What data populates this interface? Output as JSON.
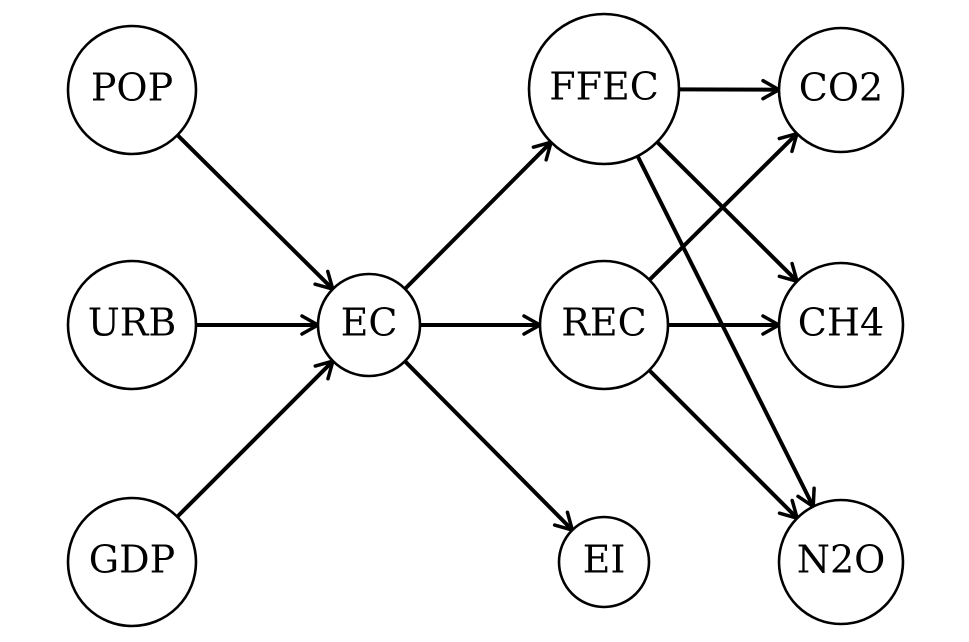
{
  "diagram": {
    "nodes": [
      {
        "id": "POP",
        "label": "POP"
      },
      {
        "id": "URB",
        "label": "URB"
      },
      {
        "id": "GDP",
        "label": "GDP"
      },
      {
        "id": "EC",
        "label": "EC"
      },
      {
        "id": "FFEC",
        "label": "FFEC"
      },
      {
        "id": "REC",
        "label": "REC"
      },
      {
        "id": "EI",
        "label": "EI"
      },
      {
        "id": "CO2",
        "label": "CO2"
      },
      {
        "id": "CH4",
        "label": "CH4"
      },
      {
        "id": "N2O",
        "label": "N2O"
      }
    ],
    "edges": [
      {
        "from": "POP",
        "to": "EC"
      },
      {
        "from": "URB",
        "to": "EC"
      },
      {
        "from": "GDP",
        "to": "EC"
      },
      {
        "from": "EC",
        "to": "FFEC"
      },
      {
        "from": "EC",
        "to": "REC"
      },
      {
        "from": "EC",
        "to": "EI"
      },
      {
        "from": "FFEC",
        "to": "CO2"
      },
      {
        "from": "FFEC",
        "to": "CH4"
      },
      {
        "from": "FFEC",
        "to": "N2O"
      },
      {
        "from": "REC",
        "to": "CO2"
      },
      {
        "from": "REC",
        "to": "CH4"
      },
      {
        "from": "REC",
        "to": "N2O"
      }
    ]
  }
}
